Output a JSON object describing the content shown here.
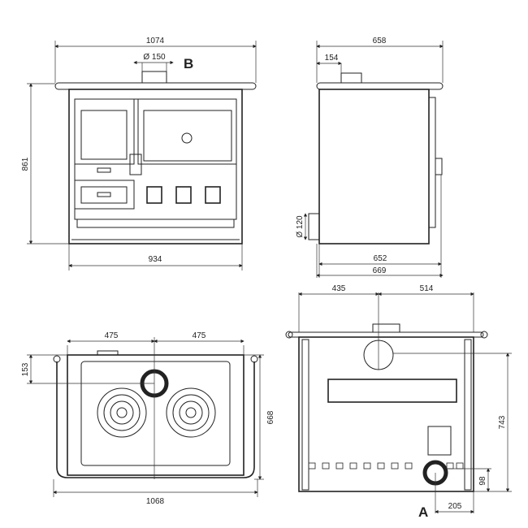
{
  "front_view": {
    "width_top": "1074",
    "flue_diameter": "Ø 150",
    "flue_label": "B",
    "height": "861",
    "width_body": "934"
  },
  "side_view": {
    "depth_top": "658",
    "flue_offset": "154",
    "inlet_diameter": "Ø 120",
    "depth_body": "652",
    "depth_total": "669"
  },
  "top_view": {
    "half_left": "475",
    "half_right": "475",
    "flue_offset": "153",
    "depth": "668",
    "width": "1068"
  },
  "rear_view": {
    "left_offset": "435",
    "right_offset": "514",
    "flue_height": "743",
    "inlet_height": "98",
    "inlet_offset": "205",
    "inlet_label": "A"
  }
}
